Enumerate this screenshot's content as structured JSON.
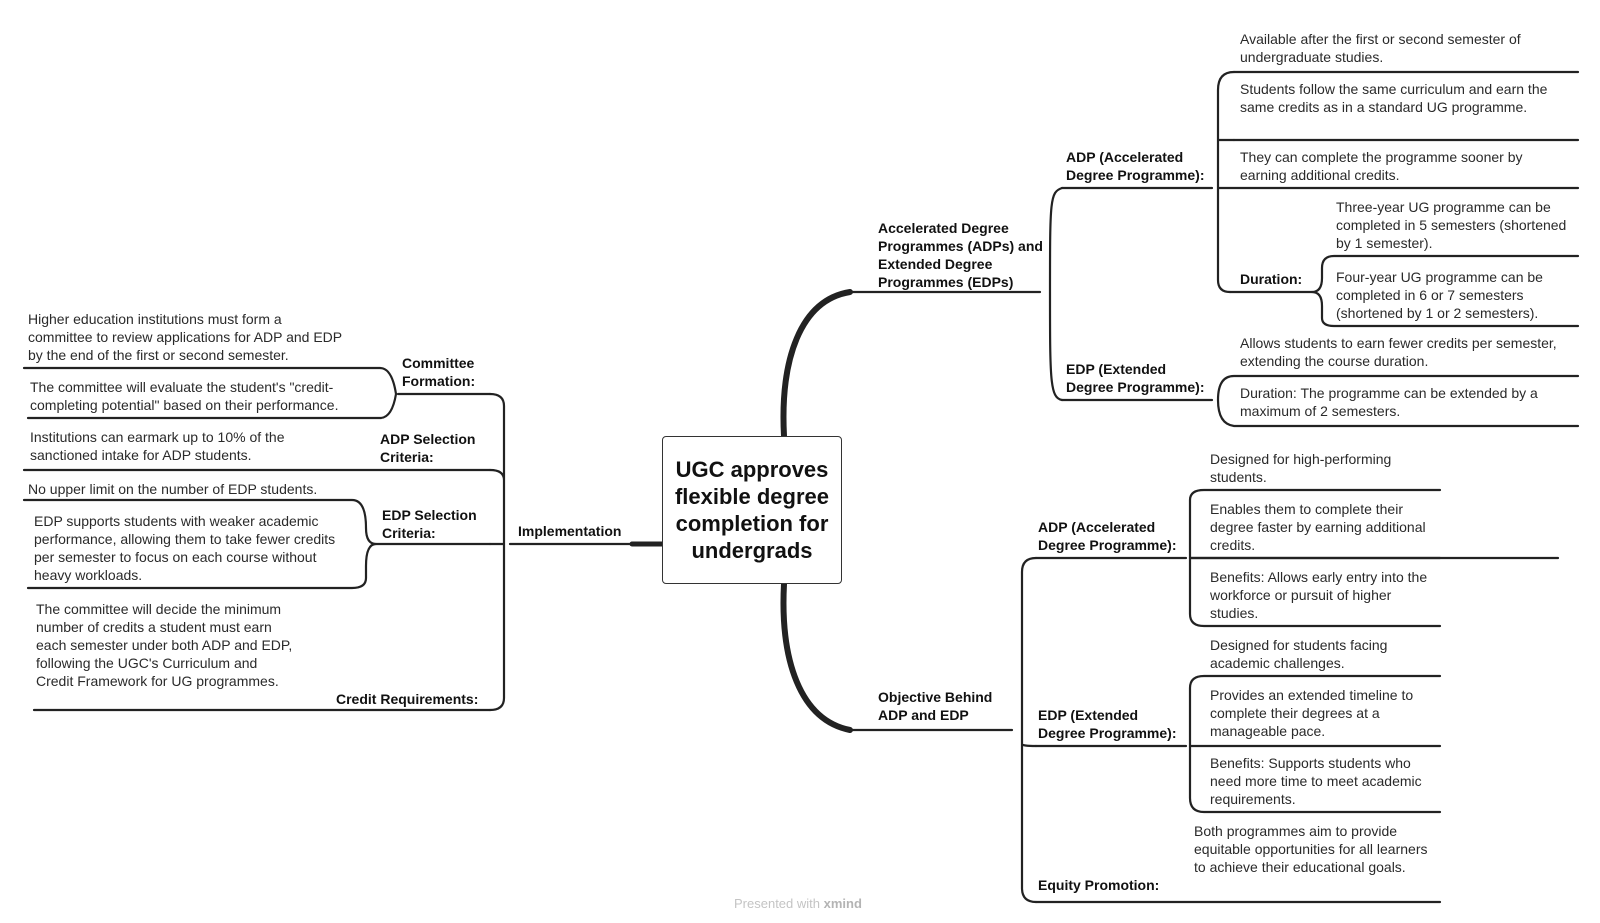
{
  "root": {
    "title": "UGC approves flexible degree completion for undergrads"
  },
  "watermark": {
    "prefix": "Presented with",
    "brand": "xmind"
  },
  "right_top": {
    "label": "Accelerated Degree Programmes (ADPs) and Extended Degree Programmes (EDPs)",
    "adp": {
      "label": "ADP (Accelerated Degree Programme):",
      "items": [
        "Available after the first or second semester of undergraduate studies.",
        "Students follow the same curriculum and earn the same credits as in a standard UG programme.",
        "They can complete the programme sooner by earning additional credits."
      ],
      "duration": {
        "label": "Duration:",
        "items": [
          "Three-year UG programme can be completed in 5 semesters (shortened by 1 semester).",
          "Four-year UG programme can be completed in 6 or 7 semesters (shortened by 1 or 2 semesters)."
        ]
      }
    },
    "edp": {
      "label": "EDP (Extended Degree Programme):",
      "items": [
        "Allows students to earn fewer credits per semester, extending the course duration.",
        "Duration: The programme can be extended by a maximum of 2 semesters."
      ]
    }
  },
  "right_bottom": {
    "label": "Objective Behind ADP and EDP",
    "adp": {
      "label": "ADP (Accelerated Degree Programme):",
      "items": [
        "Designed for high-performing students.",
        "Enables them to complete their degree faster by earning additional credits.",
        "Benefits: Allows early entry into the workforce or pursuit of higher studies."
      ]
    },
    "edp": {
      "label": "EDP (Extended Degree Programme):",
      "items": [
        "Designed for students facing academic challenges.",
        "Provides an extended timeline to complete their degrees at a manageable pace.",
        "Benefits: Supports students who need more time to meet academic requirements."
      ]
    },
    "equity": {
      "label": "Equity Promotion:",
      "items": [
        "Both programmes aim to provide equitable opportunities for all learners to achieve their educational goals."
      ]
    }
  },
  "left": {
    "label": "Implementation",
    "committee": {
      "label": "Committee Formation:",
      "items": [
        "Higher education institutions must form a committee to review applications for ADP and EDP by the end of the first or second semester.",
        "The committee will evaluate the student's \"credit-completing potential\" based on their performance."
      ]
    },
    "adp_sel": {
      "label": "ADP Selection Criteria:",
      "items": [
        "Institutions can earmark up to 10% of the sanctioned intake for ADP students."
      ]
    },
    "edp_sel": {
      "label": "EDP Selection Criteria:",
      "items": [
        "No upper limit on the number of EDP students.",
        "EDP supports students with weaker academic performance, allowing them to take fewer credits per semester to focus on each course without heavy workloads."
      ]
    },
    "credit": {
      "label": "Credit Requirements:",
      "items": [
        "The committee will decide the minimum number of credits a student must earn each semester under both ADP and EDP, following the UGC's Curriculum and Credit Framework for UG programmes."
      ]
    }
  }
}
